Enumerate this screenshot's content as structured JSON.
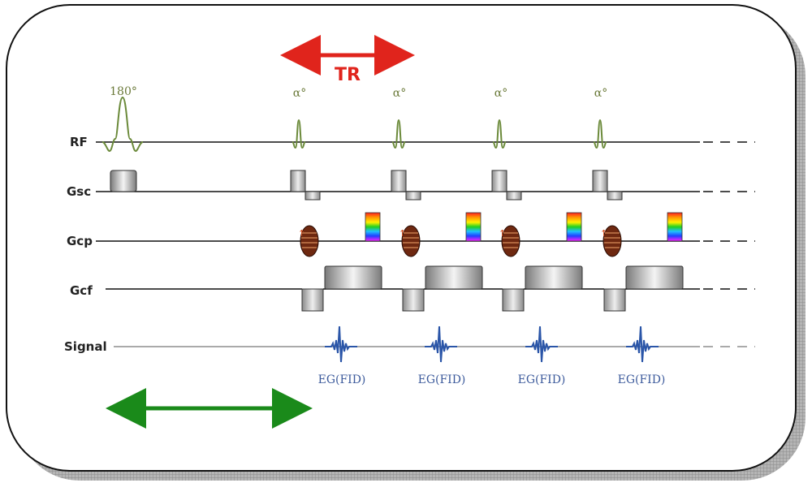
{
  "diagram": {
    "tr_label": "TR",
    "pulse_180_label": "180°",
    "alpha_label": "α°",
    "fid_label": "EG(FID)",
    "rows": [
      {
        "id": "rf",
        "label": "RF"
      },
      {
        "id": "gsc",
        "label": "Gsc"
      },
      {
        "id": "gcp",
        "label": "Gcp"
      },
      {
        "id": "gcf",
        "label": "Gcf"
      },
      {
        "id": "signal",
        "label": "Signal"
      }
    ],
    "colors": {
      "tr_arrow": "#e0241c",
      "green_arrow": "#1a8a1a",
      "rf_pulse": "#6b8a3a",
      "signal": "#2a55a8",
      "frame_border": "#111111",
      "frame_shadow": "#9a9a9a",
      "phase_lobe": "#7a2a10"
    }
  }
}
